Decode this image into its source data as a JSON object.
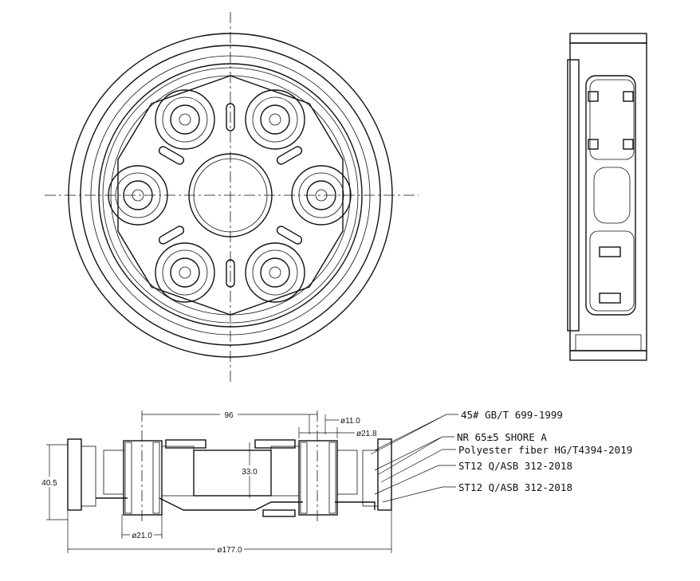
{
  "dimensions": {
    "bolt_spacing": "96",
    "bore_inner": "ø11.0",
    "bore_outer": "ø21.8",
    "height": "40.5",
    "center_gap": "33.0",
    "bushing_dia": "ø21.0",
    "overall_dia": "ø177.0"
  },
  "material_callouts": [
    "45# GB/T 699-1999",
    "NR 65±5 SHORE A",
    "Polyester fiber HG/T4394-2019",
    "ST12 Q/ASB 312-2018",
    "ST12 Q/ASB 312-2018"
  ]
}
